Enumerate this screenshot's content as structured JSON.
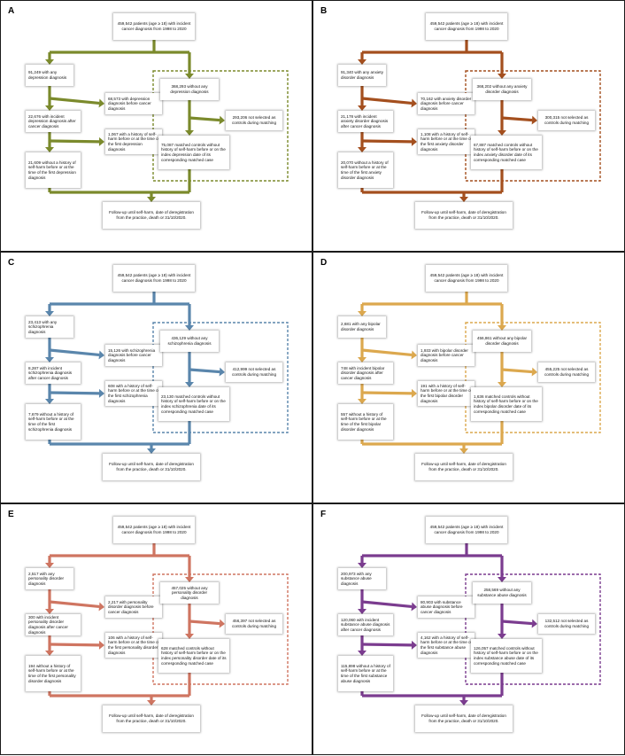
{
  "panels": [
    {
      "letter": "A",
      "color": "#7b8a2c",
      "boxes": {
        "top": "459,542 patients (age ≥ 18) with incident cancer diagnosis from 1998 to 2020",
        "any": "91,249 with any depression diagnosis",
        "before": "68,573 with depression diagnosis before cancer diagnosis",
        "incident": "22,676 with incident depression diagnosis after cancer diagnosis",
        "history": "1,067 with a history of self-harm before or at the time of the first depression diagnosis",
        "final": "21,609 without a history of self-harm before or at the time of the first depression diagnosis",
        "without": "368,293 without any depression diagnosis",
        "notselected": "293,206 not selected as controls during matching",
        "matched": "75,087 matched controls without history of self-harm before or on the index depression date of its corresponding matched case",
        "followup": "Follow-up until self-harm, date of deregistration from the practice, death or 31/10/2020."
      }
    },
    {
      "letter": "B",
      "color": "#a44f1e",
      "boxes": {
        "top": "459,542 patients (age ≥ 18) with incident cancer diagnosis from 1998 to 2020",
        "any": "91,340 with any anxiety disorder diagnosis",
        "before": "70,162 with anxiety disorder diagnosis before cancer diagnosis",
        "incident": "21,178 with incident anxiety disorder diagnosis after cancer diagnosis",
        "history": "1,108 with a history of self-harm before or at the time of the first anxiety disorder diagnosis",
        "final": "20,070 without a history of self-harm before or at the time of the first anxiety disorder diagnosis",
        "without": "368,202 without any anxiety disorder diagnosis",
        "notselected": "300,315 not selected as controls during matching",
        "matched": "67,887 matched controls without history of self-harm before or on the index anxiety disorder date of its corresponding matched case",
        "followup": "Follow-up until self-harm, date of deregistration from the practice, death or 31/10/2020."
      }
    },
    {
      "letter": "C",
      "color": "#5a86ac",
      "boxes": {
        "top": "459,542 patients (age ≥ 18) with incident cancer diagnosis from 1998 to 2020",
        "any": "23,413 with any schizophrenia diagnosis",
        "before": "15,126 with schizophrenia diagnosis before cancer diagnosis",
        "incident": "8,287 with incident schizophrenia diagnosis after cancer diagnosis",
        "history": "608 with a history of self-harm before or at the time of the first schizophrenia diagnosis",
        "final": "7,679 without a history of self-harm before or at the time of the first schizophrenia diagnosis",
        "without": "436,129 without any schizophrenia diagnosis",
        "notselected": "412,999 not selected as controls during matching",
        "matched": "23,130 matched controls without history of self-harm before or on the index schizophrenia date of its corresponding matched case",
        "followup": "Follow-up until self-harm, date of deregistration from the practice, death or 31/10/2020."
      }
    },
    {
      "letter": "D",
      "color": "#dca84e",
      "boxes": {
        "top": "459,542 patients (age ≥ 18) with incident cancer diagnosis from 1998 to 2020",
        "any": "2,681 with any bipolar disorder diagnosis",
        "before": "1,933 with bipolar disorder diagnosis before cancer diagnosis",
        "incident": "748 with incident bipolar disorder diagnosis after cancer diagnosis",
        "history": "191 with a history of self-harm before or at the time of the first bipolar disorder diagnosis",
        "final": "557 without a history of self-harm before or at the time of the first bipolar disorder diagnosis",
        "without": "456,861 without any bipolar disorder diagnosis",
        "notselected": "455,225 not selected as controls during matching",
        "matched": "1,636 matched controls without history of self-harm before or on the index bipolar disorder date of its corresponding matched case",
        "followup": "Follow-up until self-harm, date of deregistration from the practice, death or 31/10/2020."
      }
    },
    {
      "letter": "E",
      "color": "#cf7561",
      "boxes": {
        "top": "459,542 patients (age ≥ 18) with incident cancer diagnosis from 1998 to 2020",
        "any": "2,517 with any personality disorder diagnosis",
        "before": "2,217 with personality disorder diagnosis before cancer diagnosis",
        "incident": "300 with incident personality disorder diagnosis after cancer diagnosis",
        "history": "106 with a history of self-harm before or at the time of the first personality disorder diagnosis",
        "final": "194 without a history of self-harm before or at the time of the first personality disorder diagnosis",
        "without": "457,025 without any personality disorder diagnosis",
        "notselected": "456,397 not selected as controls during matching",
        "matched": "628 matched controls without history of self-harm before or on the index personality disorder date of its corresponding matched case",
        "followup": "Follow-up until self-harm, date of deregistration from the practice, death or 31/10/2020."
      }
    },
    {
      "letter": "F",
      "color": "#7b3c8f",
      "boxes": {
        "top": "459,542 patients (age ≥ 18) with incident cancer diagnosis from 1998 to 2020",
        "any": "200,973 with any substance abuse diagnosis",
        "before": "80,903 with substance abuse diagnosis before cancer diagnosis",
        "incident": "120,060 with incident substance abuse diagnosis after cancer diagnosis",
        "history": "4,162 with a history of self-harm before or at the time of the first substance abuse diagnosis",
        "final": "115,898 without a history of self-harm before or at the time of the first substance abuse diagnosis",
        "without": "258,569 without any substance abuse diagnosis",
        "notselected": "132,512 not selected as controls during matching",
        "matched": "126,057 matched controls without history of self-harm before or on the index substance abuse date of its corresponding matched case",
        "followup": "Follow-up until self-harm, date of deregistration from the practice, death or 31/10/2020."
      }
    }
  ]
}
